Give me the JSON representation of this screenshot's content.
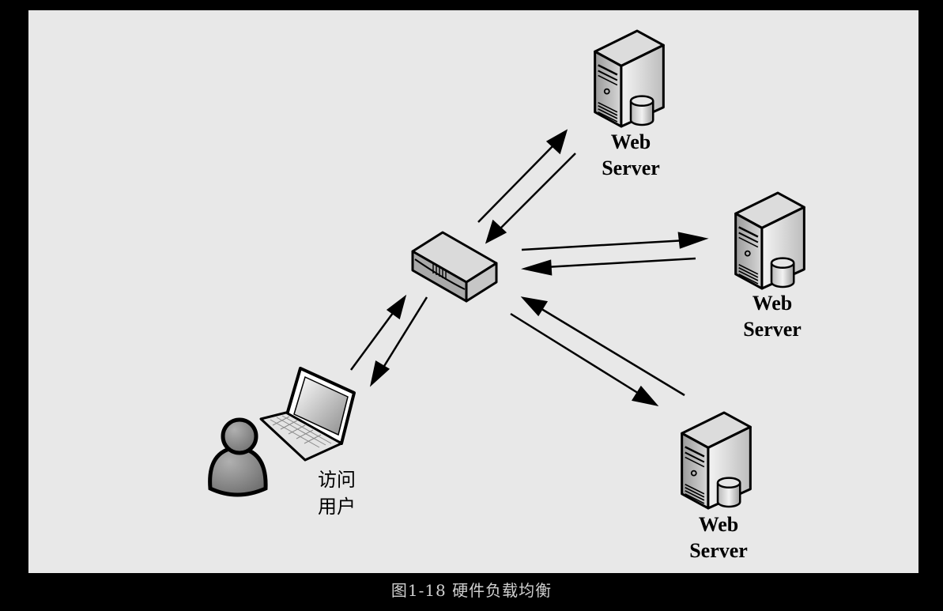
{
  "servers": [
    {
      "line1": "Web",
      "line2": "Server"
    },
    {
      "line1": "Web",
      "line2": "Server"
    },
    {
      "line1": "Web",
      "line2": "Server"
    }
  ],
  "user": {
    "line1": "访问",
    "line2": "用户"
  },
  "caption": "图1-18  硬件负载均衡",
  "colors": {
    "background": "#000000",
    "canvas": "#e8e8e8",
    "caption": "#d0d0d0"
  }
}
